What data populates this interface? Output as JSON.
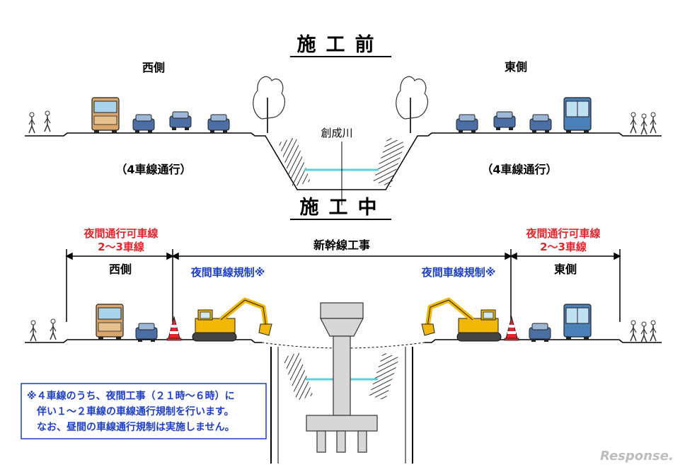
{
  "before": {
    "title": "施工前",
    "west": "西側",
    "east": "東側",
    "river": "創成川",
    "lanes_left": "（4車線通行）",
    "lanes_right": "（4車線通行）"
  },
  "during": {
    "title": "施工中",
    "left_label_1": "夜間通行可車線",
    "left_label_2": "2～3車線",
    "right_label_1": "夜間通行可車線",
    "right_label_2": "2～3車線",
    "center": "新幹線工事",
    "west": "西側",
    "east": "東側",
    "reg_left": "夜間車線規制※",
    "reg_right": "夜間車線規制※"
  },
  "note": {
    "line1": "※４車線のうち、夜間工事（２１時～６時）に",
    "line2": "伴い１～２車線の車線通行規制を行います。",
    "line3": "なお、昼間の車線通行規制は実施しません。"
  },
  "watermark": "Response.",
  "colors": {
    "red": "#e4252b",
    "blue": "#1d3fc9",
    "bus": "#d9a56a",
    "excavator": "#f2b705",
    "water": "#58d0d9"
  }
}
